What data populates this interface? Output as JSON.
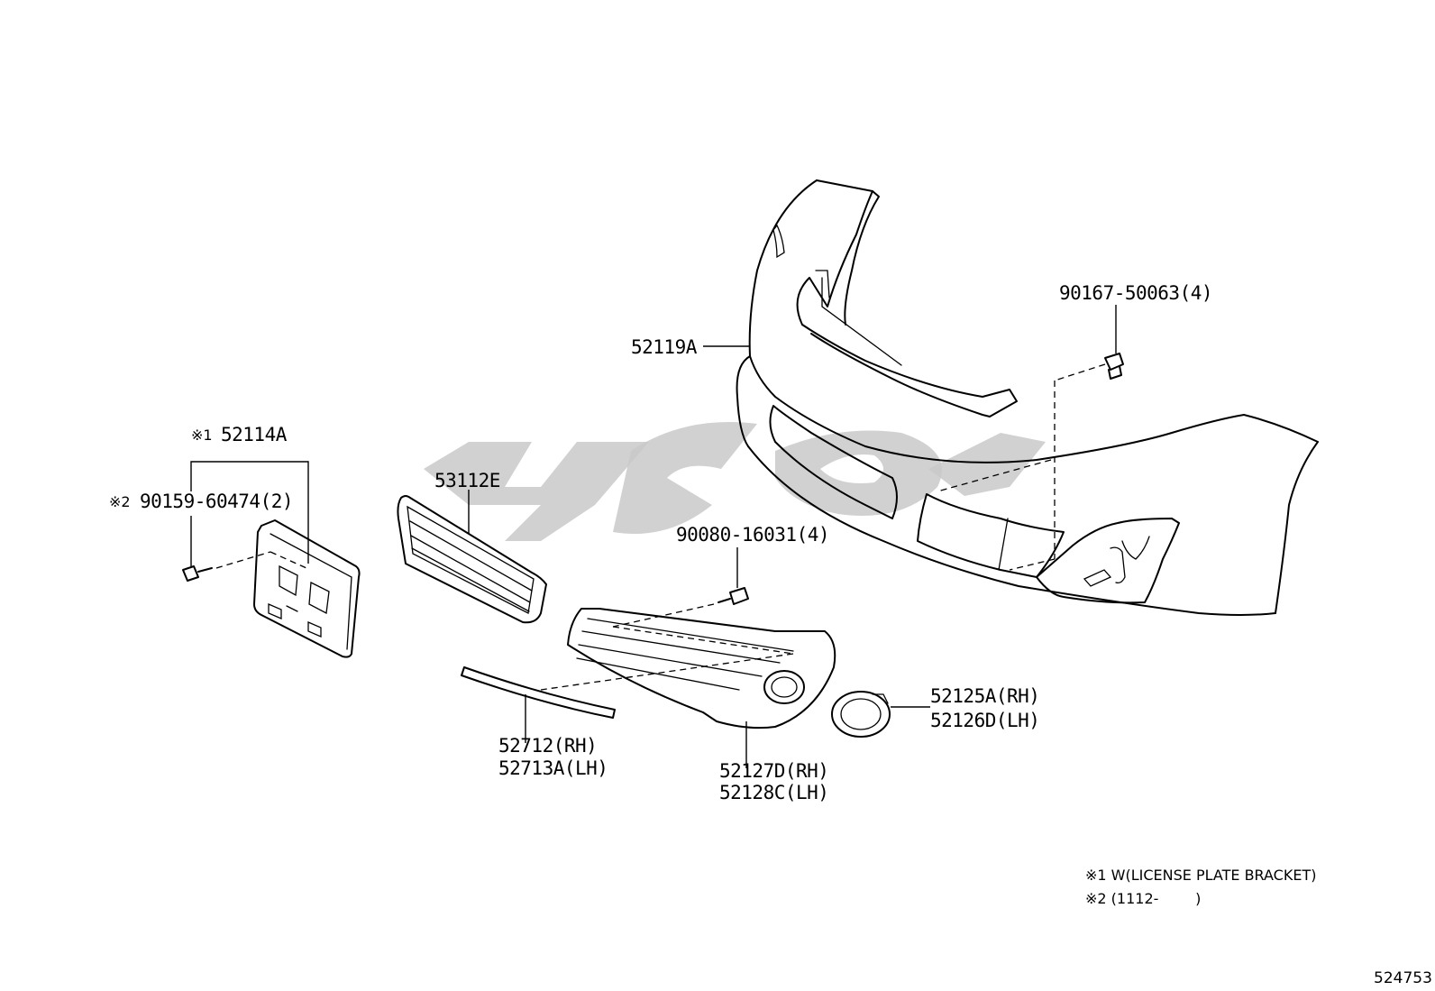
{
  "parts": {
    "p52119A": "52119A",
    "p90167": "90167-50063(4)",
    "p52114A": "52114A",
    "p52114A_mark": "※1",
    "p90159": "90159-60474(2)",
    "p90159_mark": "※2",
    "p53112E": "53112E",
    "p90080": "90080-16031(4)",
    "p52125A": "52125A(RH)",
    "p52126D": "52126D(LH)",
    "p52712": "52712(RH)",
    "p52713A": "52713A(LH)",
    "p52127D": "52127D(RH)",
    "p52128C": "52128C(LH)"
  },
  "notes": {
    "note1": "※1 W(LICENSE PLATE BRACKET)",
    "note2": "※2 (1112-        )"
  },
  "reference_number": "524753",
  "colors": {
    "line": "#000000",
    "watermark": "#c9c9c9",
    "background": "#ffffff"
  }
}
